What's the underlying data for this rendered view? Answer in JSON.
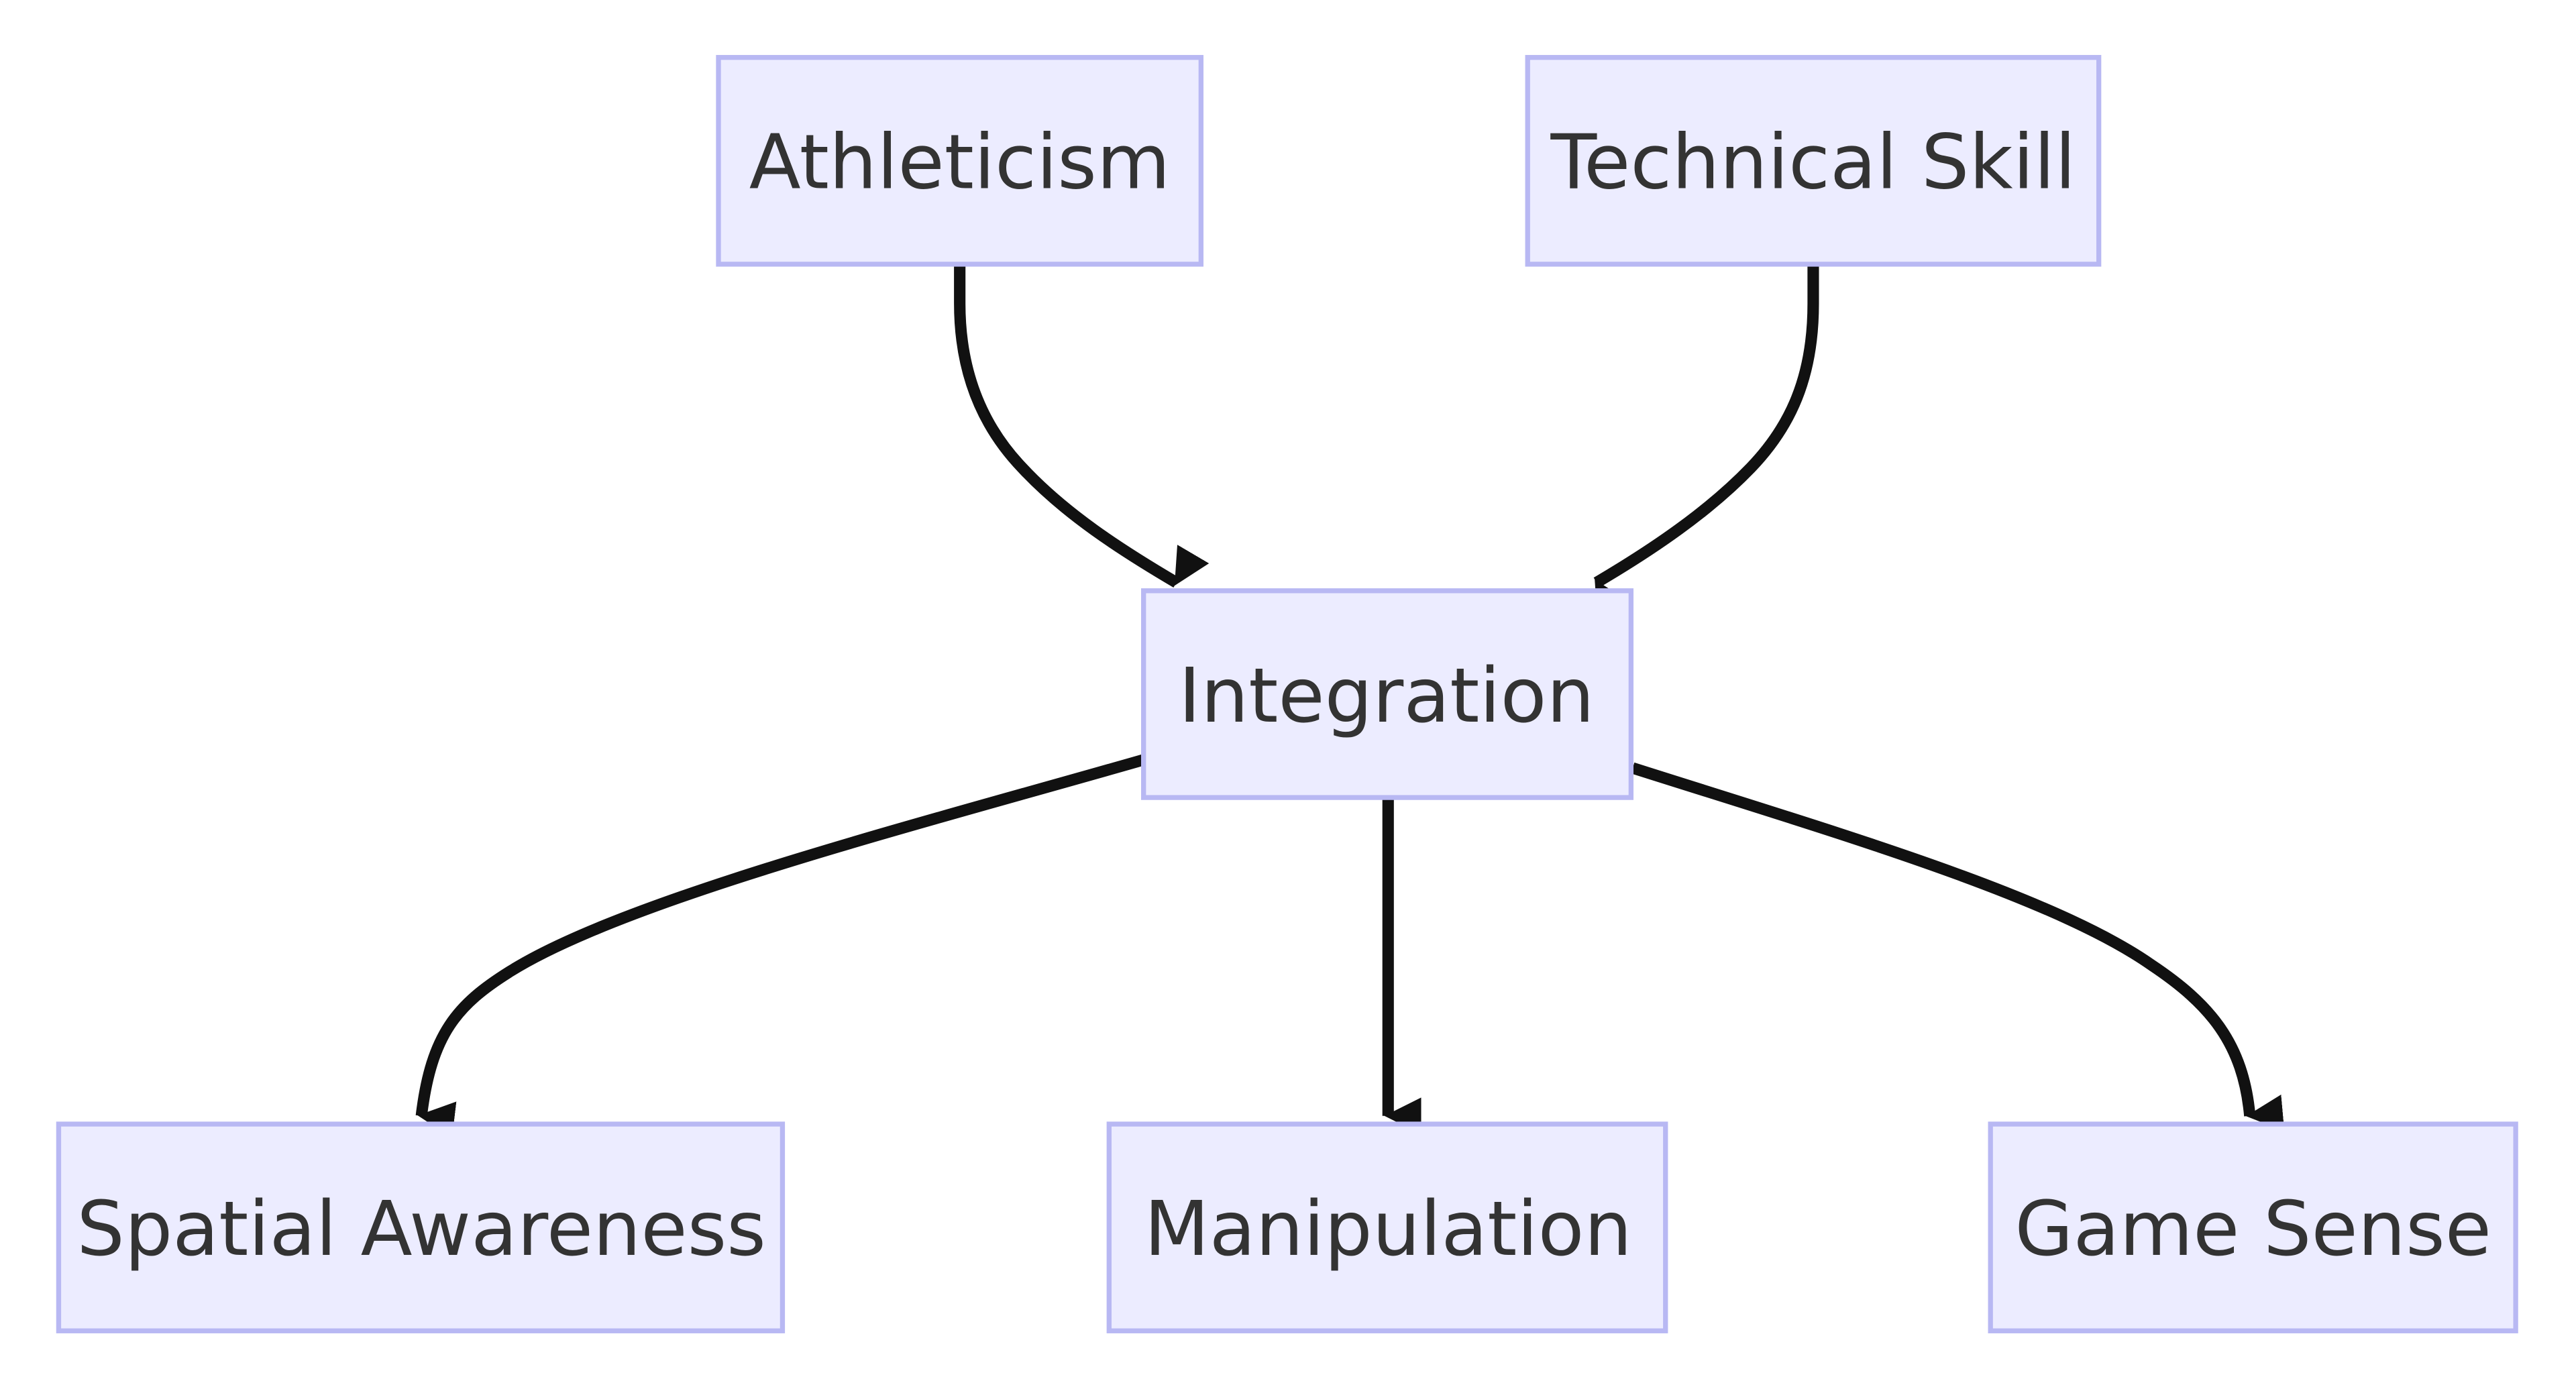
{
  "nodes": {
    "athleticism": {
      "label": "Athleticism"
    },
    "technical_skill": {
      "label": "Technical Skill"
    },
    "integration": {
      "label": "Integration"
    },
    "spatial_awareness": {
      "label": "Spatial Awareness"
    },
    "manipulation": {
      "label": "Manipulation"
    },
    "game_sense": {
      "label": "Game Sense"
    }
  },
  "edges": [
    {
      "from": "Athleticism",
      "to": "Integration"
    },
    {
      "from": "Technical Skill",
      "to": "Integration"
    },
    {
      "from": "Integration",
      "to": "Spatial Awareness"
    },
    {
      "from": "Integration",
      "to": "Manipulation"
    },
    {
      "from": "Integration",
      "to": "Game Sense"
    }
  ],
  "colors": {
    "node_fill": "#ececff",
    "node_stroke": "#b8b8f3",
    "edge": "#111111",
    "text": "#333333"
  }
}
